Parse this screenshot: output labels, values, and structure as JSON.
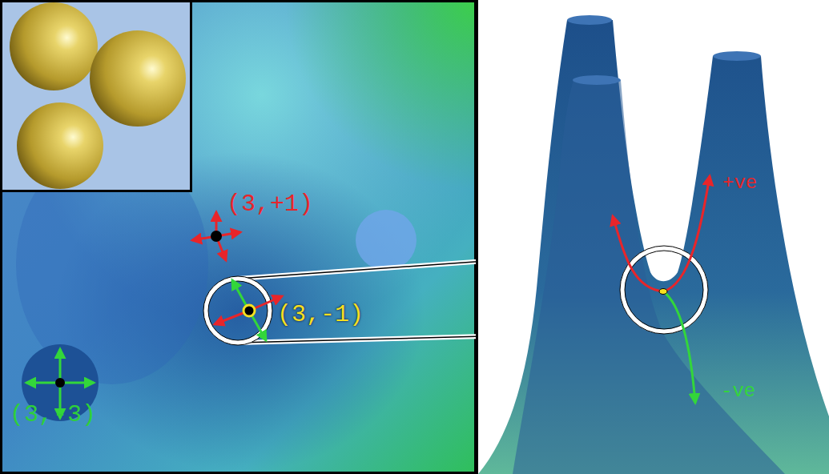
{
  "diagram": {
    "labels": [
      "(3,+1)",
      "(3,-1)",
      "(3,-3)",
      "+ve",
      "-ve"
    ]
  }
}
